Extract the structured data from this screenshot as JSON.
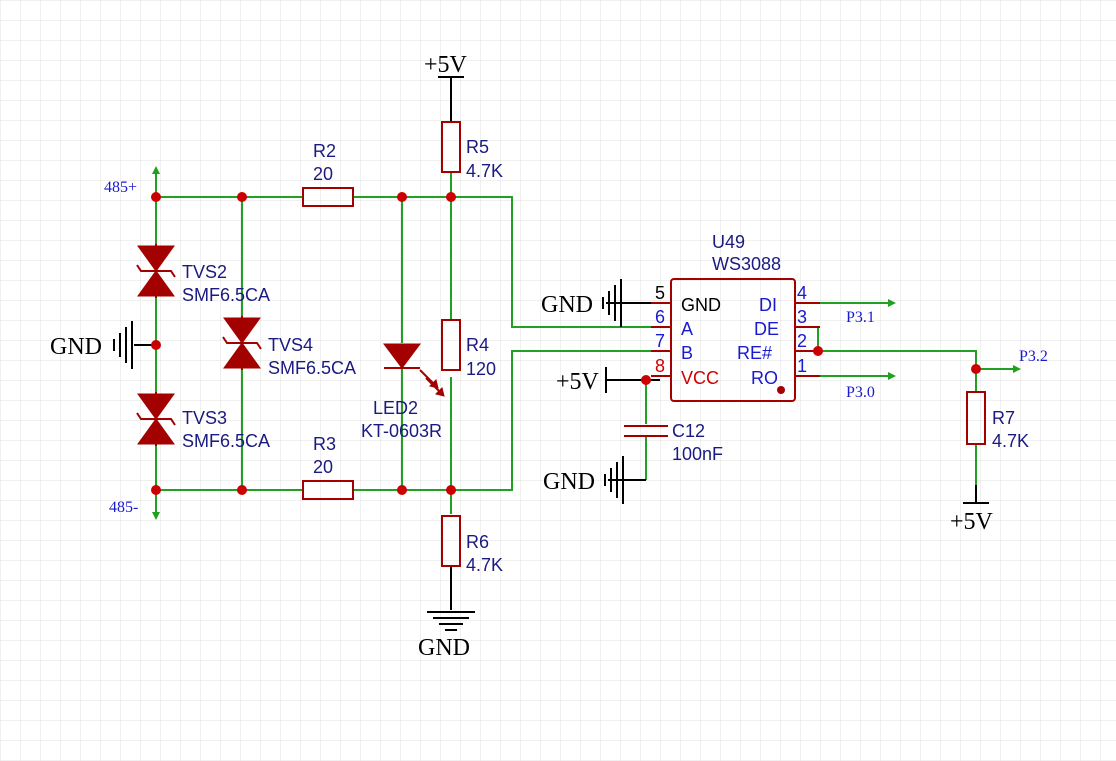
{
  "colors": {
    "wire": "#22a022",
    "component": "#a30000",
    "junction": "#cc0000",
    "label": "#1a1a80",
    "pin_number": "#1a1ad0",
    "pin_highlight": "#d00000",
    "grid": "#e2e2e2"
  },
  "nets": {
    "p485_plus": "485+",
    "p485_minus": "485-",
    "vcc_top": "+5V",
    "gnd_bottom": "GND",
    "gnd_left": "GND",
    "gnd_chip": "GND",
    "vcc_chip": "+5V",
    "gnd_cap": "GND",
    "vcc_right": "+5V",
    "p31": "P3.1",
    "p30": "P3.0",
    "p32": "P3.2"
  },
  "components": {
    "r2": {
      "ref": "R2",
      "value": "20"
    },
    "r3": {
      "ref": "R3",
      "value": "20"
    },
    "r4": {
      "ref": "R4",
      "value": "120"
    },
    "r5": {
      "ref": "R5",
      "value": "4.7K"
    },
    "r6": {
      "ref": "R6",
      "value": "4.7K"
    },
    "r7": {
      "ref": "R7",
      "value": "4.7K"
    },
    "tvs2": {
      "ref": "TVS2",
      "value": "SMF6.5CA"
    },
    "tvs3": {
      "ref": "TVS3",
      "value": "SMF6.5CA"
    },
    "tvs4": {
      "ref": "TVS4",
      "value": "SMF6.5CA"
    },
    "led2": {
      "ref": "LED2",
      "value": "KT-0603R"
    },
    "c12": {
      "ref": "C12",
      "value": "100nF"
    }
  },
  "chip": {
    "ref": "U49",
    "value": "WS3088",
    "pins": [
      {
        "num": "5",
        "name": "GND"
      },
      {
        "num": "6",
        "name": "A"
      },
      {
        "num": "7",
        "name": "B"
      },
      {
        "num": "8",
        "name": "VCC"
      },
      {
        "num": "4",
        "name": "DI"
      },
      {
        "num": "3",
        "name": "DE"
      },
      {
        "num": "2",
        "name": "RE#"
      },
      {
        "num": "1",
        "name": "RO"
      }
    ]
  }
}
